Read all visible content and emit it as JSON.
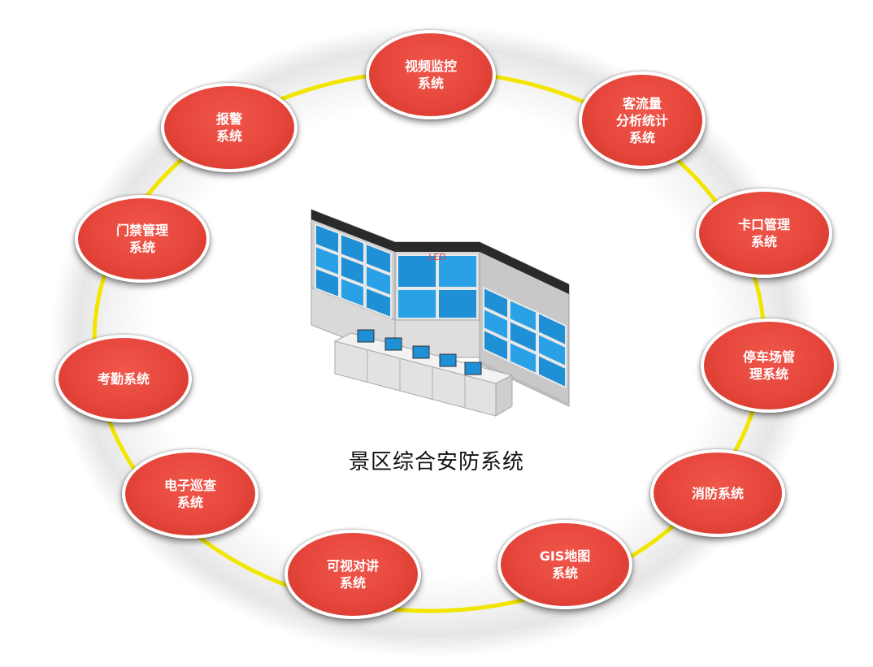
{
  "title": "景区综合安防系统",
  "nodes": [
    {
      "id": "video",
      "label": "视频监控\n系统"
    },
    {
      "id": "visitor",
      "label": "客流量\n分析统计\n系统"
    },
    {
      "id": "checkpoint",
      "label": "卡口管理\n系统"
    },
    {
      "id": "parking",
      "label": "停车场管\n理系统"
    },
    {
      "id": "fire",
      "label": "消防系统"
    },
    {
      "id": "gis",
      "label": "GIS地图\n系统"
    },
    {
      "id": "intercom",
      "label": "可视对讲\n系统"
    },
    {
      "id": "patrol",
      "label": "电子巡查\n系统"
    },
    {
      "id": "attendance",
      "label": "考勤系统"
    },
    {
      "id": "access",
      "label": "门禁管理\n系统"
    },
    {
      "id": "alarm",
      "label": "报警\n系统"
    }
  ],
  "wall_sign": "LED",
  "colors": {
    "node_red": "#e6463b",
    "ring_yellow": "#f2e600",
    "screen_blue": "#1f8fd6",
    "wall_gray": "#d9d9d9"
  }
}
